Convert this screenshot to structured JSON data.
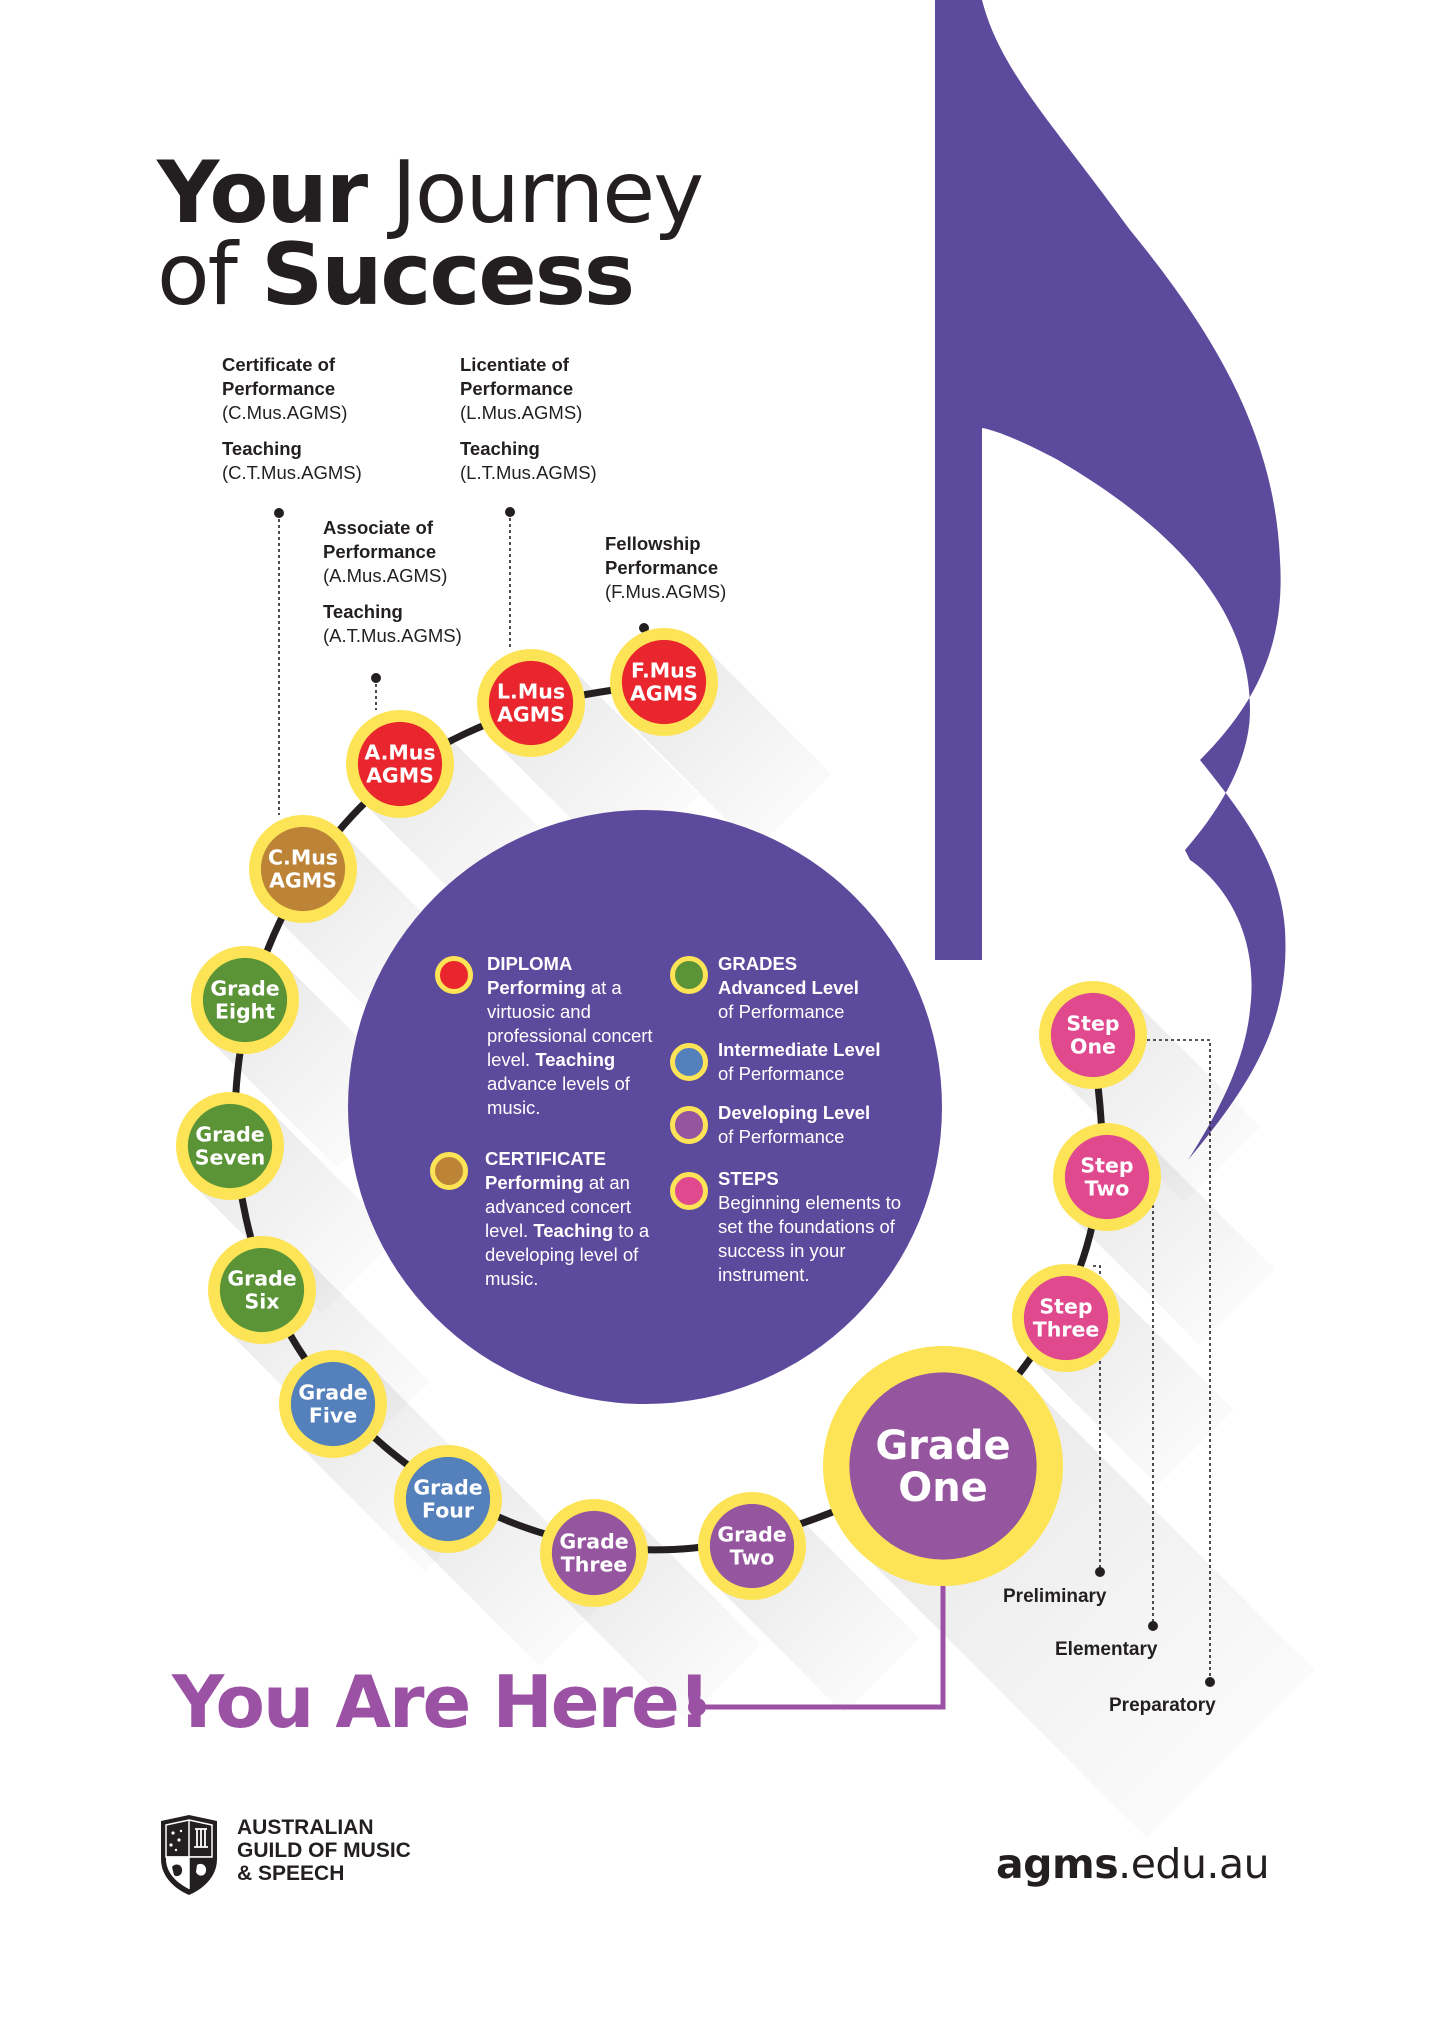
{
  "title": {
    "line1_bold": "Your",
    "line1_light": "Journey",
    "line2_light": "of",
    "line2_bold": "Success"
  },
  "colors": {
    "purple": "#5c4a9c",
    "ring": "#fde456",
    "diploma_red": "#e9262e",
    "certificate_brown": "#bd8437",
    "advanced_green": "#5b9337",
    "intermediate_blue": "#5480bb",
    "developing_purple": "#95559f",
    "steps_pink": "#e0498e",
    "here_purple": "#9b52a4"
  },
  "diploma_labels": [
    {
      "id": "cmus",
      "title1": "Certificate of",
      "title2": "Performance",
      "abbr1": "(C.Mus.AGMS)",
      "title3": "Teaching",
      "abbr2": "(C.T.Mus.AGMS)"
    },
    {
      "id": "lmus",
      "title1": "Licentiate of",
      "title2": "Performance",
      "abbr1": "(L.Mus.AGMS)",
      "title3": "Teaching",
      "abbr2": "(L.T.Mus.AGMS)"
    },
    {
      "id": "amus",
      "title1": "Associate of",
      "title2": "Performance",
      "abbr1": "(A.Mus.AGMS)",
      "title3": "Teaching",
      "abbr2": "(A.T.Mus.AGMS)"
    },
    {
      "id": "fmus",
      "title1": "Fellowship",
      "title2": "Performance",
      "abbr1": "(F.Mus.AGMS)"
    }
  ],
  "nodes": [
    {
      "id": "fmus",
      "line1": "F.Mus",
      "line2": "AGMS",
      "level": "diploma"
    },
    {
      "id": "lmus",
      "line1": "L.Mus",
      "line2": "AGMS",
      "level": "diploma"
    },
    {
      "id": "amus",
      "line1": "A.Mus",
      "line2": "AGMS",
      "level": "diploma"
    },
    {
      "id": "cmus",
      "line1": "C.Mus",
      "line2": "AGMS",
      "level": "certificate"
    },
    {
      "id": "grade8",
      "line1": "Grade",
      "line2": "Eight",
      "level": "advanced"
    },
    {
      "id": "grade7",
      "line1": "Grade",
      "line2": "Seven",
      "level": "advanced"
    },
    {
      "id": "grade6",
      "line1": "Grade",
      "line2": "Six",
      "level": "advanced"
    },
    {
      "id": "grade5",
      "line1": "Grade",
      "line2": "Five",
      "level": "intermediate"
    },
    {
      "id": "grade4",
      "line1": "Grade",
      "line2": "Four",
      "level": "intermediate"
    },
    {
      "id": "grade3",
      "line1": "Grade",
      "line2": "Three",
      "level": "developing"
    },
    {
      "id": "grade2",
      "line1": "Grade",
      "line2": "Two",
      "level": "developing"
    },
    {
      "id": "grade1",
      "line1": "Grade",
      "line2": "One",
      "level": "developing"
    },
    {
      "id": "step3",
      "line1": "Step",
      "line2": "Three",
      "level": "steps"
    },
    {
      "id": "step2",
      "line1": "Step",
      "line2": "Two",
      "level": "steps"
    },
    {
      "id": "step1",
      "line1": "Step",
      "line2": "One",
      "level": "steps"
    }
  ],
  "legend": {
    "diploma": {
      "heading": "DIPLOMA",
      "b1": "Performing",
      "t1": " at a virtuosic and professional concert level. ",
      "b2": "Teaching",
      "t2": " advance levels of music."
    },
    "certificate": {
      "heading": "CERTIFICATE",
      "b1": "Performing",
      "t1": " at an advanced concert level. ",
      "b2": "Teaching",
      "t2": " to a developing level of music."
    },
    "grades": {
      "heading": "GRADES",
      "b1": "Advanced Level",
      "t1": "of Performance"
    },
    "intermediate": {
      "b1": "Intermediate Level",
      "t1": "of Performance"
    },
    "developing": {
      "b1": "Developing Level",
      "t1": "of Performance"
    },
    "steps": {
      "heading": "STEPS",
      "t1": "Beginning elements to set the foundations of success in your instrument."
    }
  },
  "step_names": {
    "step3": "Preliminary",
    "step2": "Elementary",
    "step1": "Preparatory"
  },
  "you_are_here": "You Are Here!",
  "logo": {
    "line1": "AUSTRALIAN",
    "line2": "GUILD OF MUSIC",
    "line3": "& SPEECH"
  },
  "url": {
    "bold": "agms",
    "rest": ".edu.au"
  }
}
